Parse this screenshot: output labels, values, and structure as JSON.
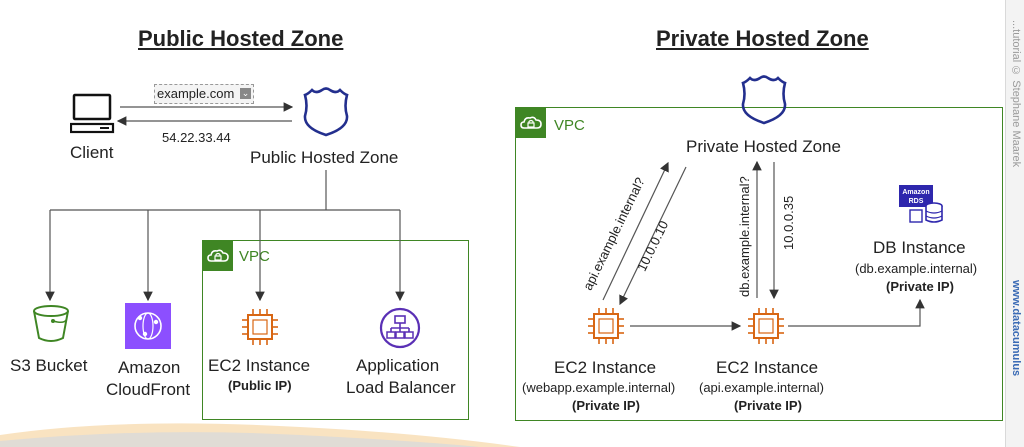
{
  "public": {
    "title": "Public Hosted Zone",
    "query": "example.com",
    "answer": "54.22.33.44",
    "client_label": "Client",
    "zone_label": "Public Hosted Zone",
    "s3_label": "S3 Bucket",
    "cloudfront_label1": "Amazon",
    "cloudfront_label2": "CloudFront",
    "vpc_label": "VPC",
    "ec2_label": "EC2 Instance",
    "ec2_ip": "(Public IP)",
    "alb_label1": "Application",
    "alb_label2": "Load Balancer"
  },
  "private": {
    "title": "Private Hosted Zone",
    "vpc_label": "VPC",
    "zone_label": "Private Hosted Zone",
    "q1": "api.example.internal?",
    "a1": "10.0.0.10",
    "q2": "db.example.internal?",
    "a2": "10.0.0.35",
    "db_label": "DB Instance",
    "db_host": "(db.example.internal)",
    "db_ip": "(Private IP)",
    "rds_line1": "Amazon",
    "rds_line2": "RDS",
    "ec2a_label": "EC2 Instance",
    "ec2a_host": "(webapp.example.internal)",
    "ec2a_ip": "(Private IP)",
    "ec2b_label": "EC2 Instance",
    "ec2b_host": "(api.example.internal)",
    "ec2b_ip": "(Private IP)"
  },
  "watermark": "...tutorial © Stephane Maarek",
  "watermark_site": "www.datacumulus",
  "colors": {
    "vpc_green": "#3f8624",
    "ec2_orange": "#d86613",
    "s3_green": "#3f8624",
    "cloudfront_purple": "#8c4fff",
    "shield_blue": "#232f8e",
    "rds_blue": "#2e27ad"
  }
}
